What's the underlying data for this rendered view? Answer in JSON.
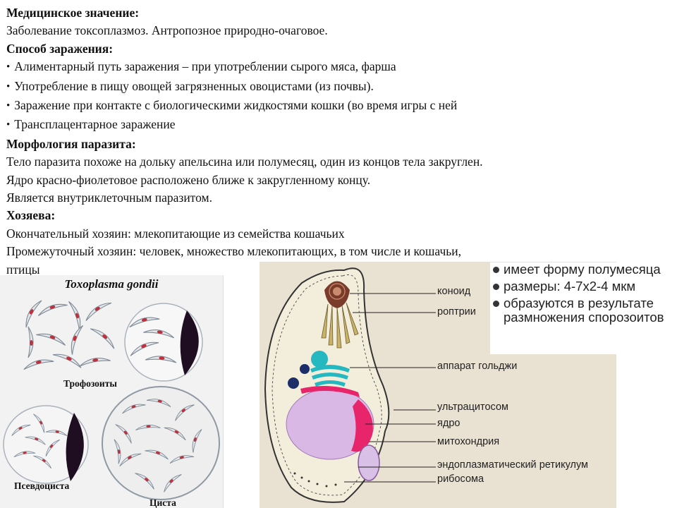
{
  "text": {
    "medical_heading": "Медицинское значение:",
    "medical_text": "Заболевание токсоплазмоз. Антропозное природно-очаговое.",
    "infection_heading": "Способ заражения:",
    "infection_items": [
      "Алиментарный путь заражения – при употреблении сырого мяса, фарша",
      "Употребление в пищу овощей загрязненных овоцистами (из почвы).",
      "Заражение при контакте с биологическими жидкостями кошки (во время игры с ней",
      "Трансплацентарное заражение"
    ],
    "morphology_heading": "Морфология паразита:",
    "morphology_lines": [
      "Тело паразита похоже на дольку апельсина или полумесяц, один из концов тела закруглен.",
      "Ядро красно-фиолетовое расположено ближе к закругленному концу.",
      "Является внутриклеточным паразитом."
    ],
    "hosts_heading": "Хозяева:",
    "hosts_lines": [
      "Окончательный хозяин: млекопитающие из семейства кошачьих",
      "Промежуточный хозяин: человек, множество млекопитающих, в том числе и кошачьи,",
      "птицы"
    ]
  },
  "left_figure": {
    "title": "Toxoplasma gondii",
    "captions": {
      "trophozoites": "Трофозоиты",
      "pseudocyst": "Псевдоциста",
      "cyst": "Циста"
    }
  },
  "diagram": {
    "description": [
      "имеет форму полумесяца",
      "размеры: 4-7х2-4 мкм",
      "образуются в результате размножения спорозоитов"
    ],
    "labels": {
      "conoid": "коноид",
      "rhoptries": "роптрии",
      "golgi": "аппарат гольджи",
      "ultracytosome": "ультрацитосом",
      "nucleus": "ядро",
      "mitochondria": "митохондрия",
      "er": "эндоплазматический ретикулум",
      "ribosome": "рибосома"
    }
  },
  "colors": {
    "diagram_bg": "#e9e2d3",
    "nucleus": "#d9b8e6",
    "golgi": "#26b8c0",
    "mitochondria": "#e8246a",
    "conoid": "#7a3b2a",
    "parasite_red": "#c0303c",
    "host_nucleus": "#2a1030"
  }
}
